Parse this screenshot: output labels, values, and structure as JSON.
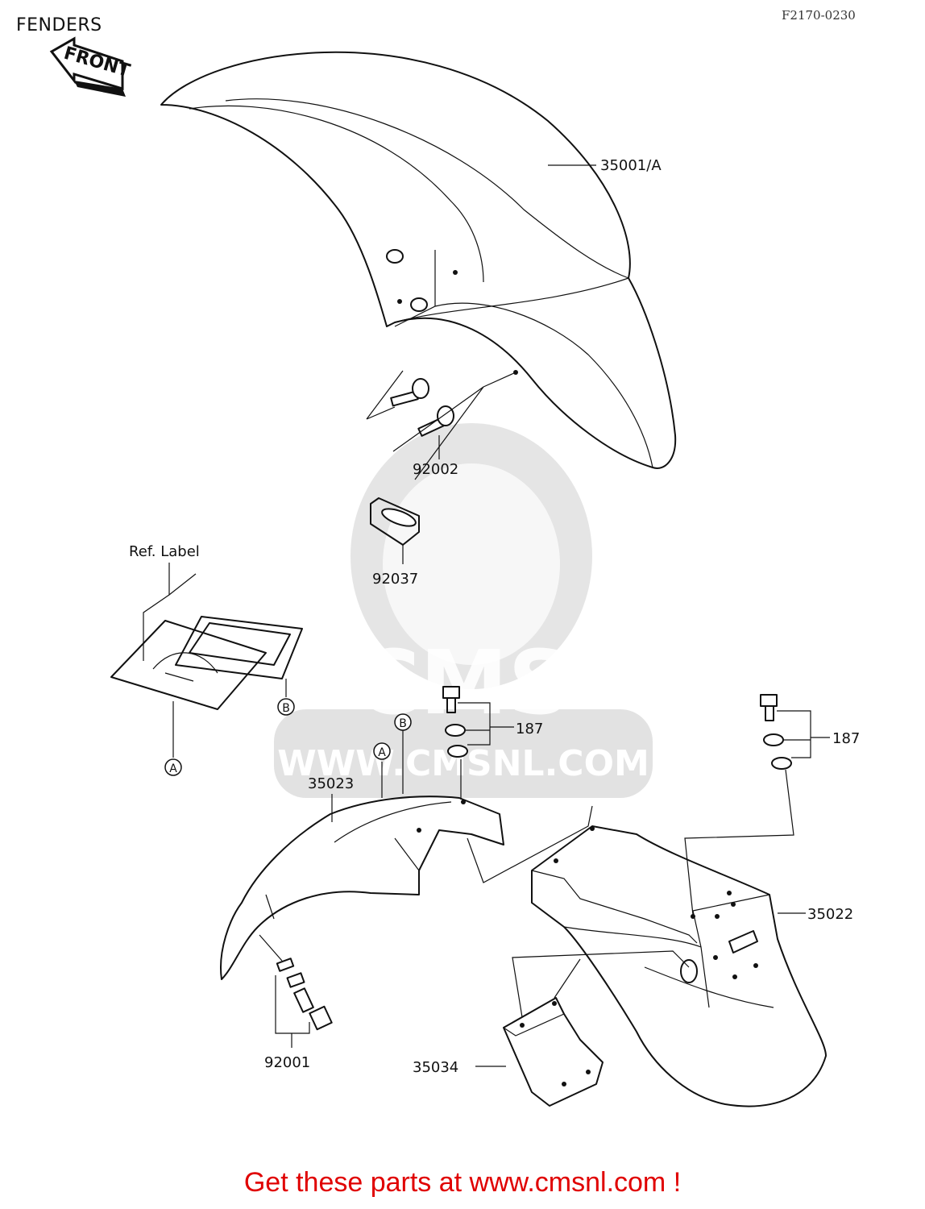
{
  "header": {
    "title": "FENDERS",
    "code": "F2170-0230"
  },
  "front_arrow": {
    "label": "FRONT"
  },
  "callouts": {
    "front_fender": "35001/A",
    "bolt_front": "92002",
    "grommet": "92037",
    "ref_label": "Ref. Label",
    "marker_a": "A",
    "marker_b": "B",
    "bolt_set_1": "187",
    "bolt_set_2": "187",
    "inner_fender": "35023",
    "rear_fender": "35022",
    "bracket": "35034",
    "bolt_rear": "92001"
  },
  "watermark": {
    "brand": "CMS",
    "url": "WWW.CMSNL.COM"
  },
  "footer": {
    "text": "Get these parts at www.cmsnl.com !"
  },
  "colors": {
    "line": "#111111",
    "footer": "#e00000",
    "watermark": "#cfcfcf"
  }
}
